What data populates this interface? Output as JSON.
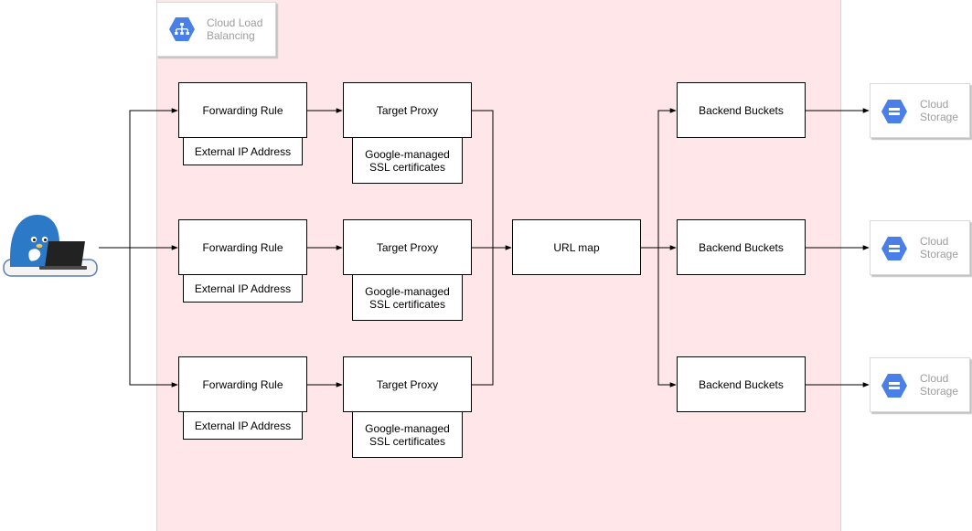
{
  "region": {
    "label": "Cloud Load\nBalancing",
    "icon": "load-balancing-icon"
  },
  "forwarding_rules": [
    {
      "label": "Forwarding Rule",
      "address_label": "External IP Address"
    },
    {
      "label": "Forwarding Rule",
      "address_label": "External IP Address"
    },
    {
      "label": "Forwarding Rule",
      "address_label": "External IP Address"
    }
  ],
  "target_proxies": [
    {
      "label": "Target Proxy",
      "cert_label": "Google-managed\nSSL certificates"
    },
    {
      "label": "Target Proxy",
      "cert_label": "Google-managed\nSSL certificates"
    },
    {
      "label": "Target Proxy",
      "cert_label": "Google-managed\nSSL certificates"
    }
  ],
  "url_map": {
    "label": "URL map"
  },
  "backend_buckets": [
    {
      "label": "Backend Buckets"
    },
    {
      "label": "Backend Buckets"
    },
    {
      "label": "Backend Buckets"
    }
  ],
  "storage": [
    {
      "label": "Cloud\nStorage",
      "icon": "cloud-storage-icon"
    },
    {
      "label": "Cloud\nStorage",
      "icon": "cloud-storage-icon"
    },
    {
      "label": "Cloud\nStorage",
      "icon": "cloud-storage-icon"
    }
  ],
  "user": {
    "icon": "user-laptop-icon"
  },
  "colors": {
    "region_fill": "#ffe6e8",
    "gcp_blue": "#4a7fe8",
    "label_grey": "#9e9e9e"
  }
}
